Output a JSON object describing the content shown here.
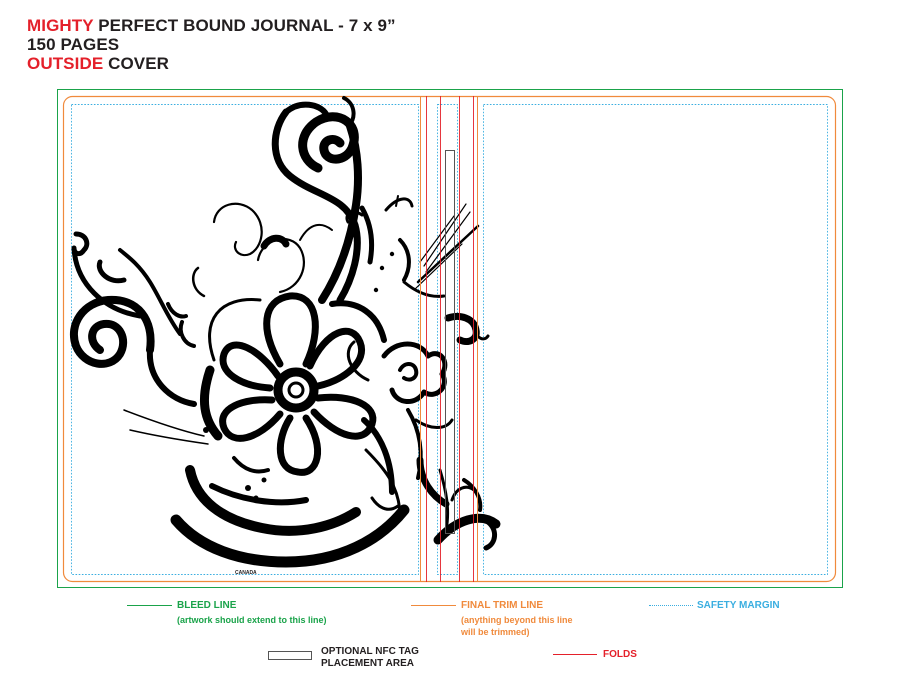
{
  "title": {
    "line1_accent": "MIGHTY",
    "line1_rest": " PERFECT BOUND JOURNAL - 7 x 9”",
    "line2": "150 PAGES",
    "line3_accent": "OUTSIDE",
    "line3_rest": " COVER"
  },
  "artwork": {
    "description_icon": "floral-swirl-artwork",
    "back_label": "CANADA"
  },
  "legend": {
    "bleed": {
      "label": "BLEED LINE",
      "sub": "(artwork should extend to this line)"
    },
    "trim": {
      "label": "FINAL TRIM LINE",
      "sub1": "(anything beyond this line",
      "sub2": "will be trimmed)"
    },
    "safety": {
      "label": "SAFETY MARGIN"
    },
    "nfc": {
      "label1": "OPTIONAL NFC TAG",
      "label2": "PLACEMENT AREA"
    },
    "folds": {
      "label": "FOLDS"
    }
  },
  "colors": {
    "accent": "#e4202a",
    "bleed": "#1aa34a",
    "trim": "#f08a3c",
    "safety": "#3aaee0",
    "folds": "#e4202a",
    "text": "#231f20"
  }
}
